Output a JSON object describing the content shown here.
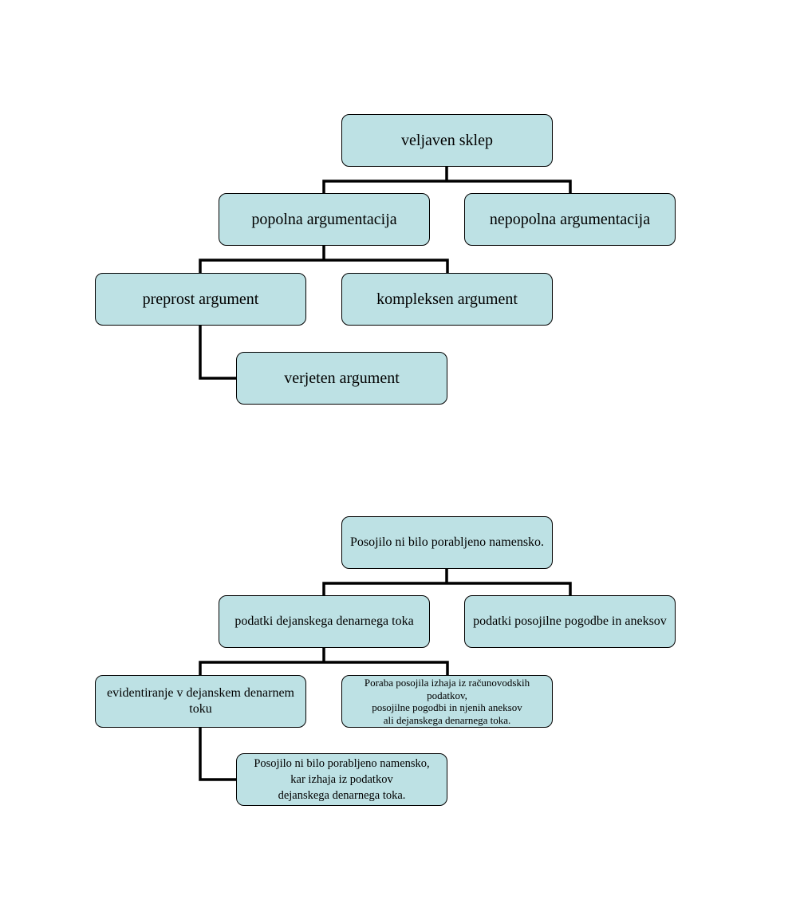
{
  "diagram1": {
    "root": "veljaven sklep",
    "left": "popolna argumentacija",
    "right": "nepopolna argumentacija",
    "left_left": "preprost argument",
    "left_right": "kompleksen argument",
    "leaf": "verjeten argument"
  },
  "diagram2": {
    "root": "Posojilo ni bilo porabljeno namensko.",
    "left": "podatki dejanskega denarnega toka",
    "right": "podatki posojilne pogodbe in aneksov",
    "left_left": "evidentiranje v dejanskem denarnem toku",
    "left_right": "Poraba posojila izhaja iz računovodskih podatkov,\nposojilne pogodbi in njenih aneksov\nali dejanskega denarnega toka.",
    "leaf": "Posojilo ni bilo porabljeno namensko,\nkar izhaja iz podatkov\ndejanskega denarnega toka."
  },
  "colors": {
    "node_fill": "#bde1e4",
    "node_border": "#000000",
    "connector": "#000000"
  }
}
